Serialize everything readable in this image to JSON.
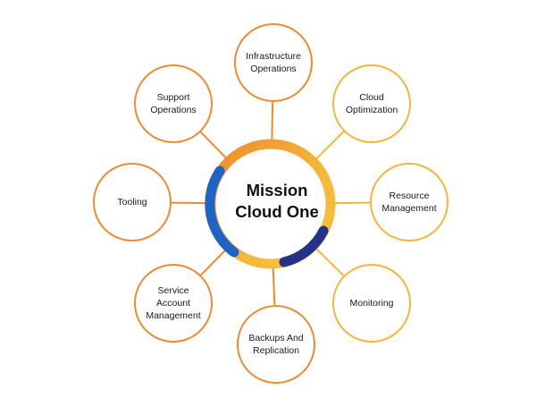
{
  "center": {
    "label": "Mission\nCloud One"
  },
  "colors": {
    "orange": "#ef8a2f",
    "amber": "#f4b63a",
    "blue": "#1e63c6",
    "navy": "#26328a"
  },
  "nodes": [
    {
      "id": "infrastructure-operations",
      "label": "Infrastructure\nOperations",
      "color": "orange"
    },
    {
      "id": "cloud-optimization",
      "label": "Cloud\nOptimization",
      "color": "amber"
    },
    {
      "id": "resource-management",
      "label": "Resource\nManagement",
      "color": "amber"
    },
    {
      "id": "monitoring",
      "label": "Monitoring",
      "color": "amber"
    },
    {
      "id": "backups-and-replication",
      "label": "Backups And\nReplication",
      "color": "orange"
    },
    {
      "id": "service-account-management",
      "label": "Service\nAccount\nManagement",
      "color": "orange"
    },
    {
      "id": "tooling",
      "label": "Tooling",
      "color": "orange"
    },
    {
      "id": "support-operations",
      "label": "Support\nOperations",
      "color": "orange"
    }
  ]
}
